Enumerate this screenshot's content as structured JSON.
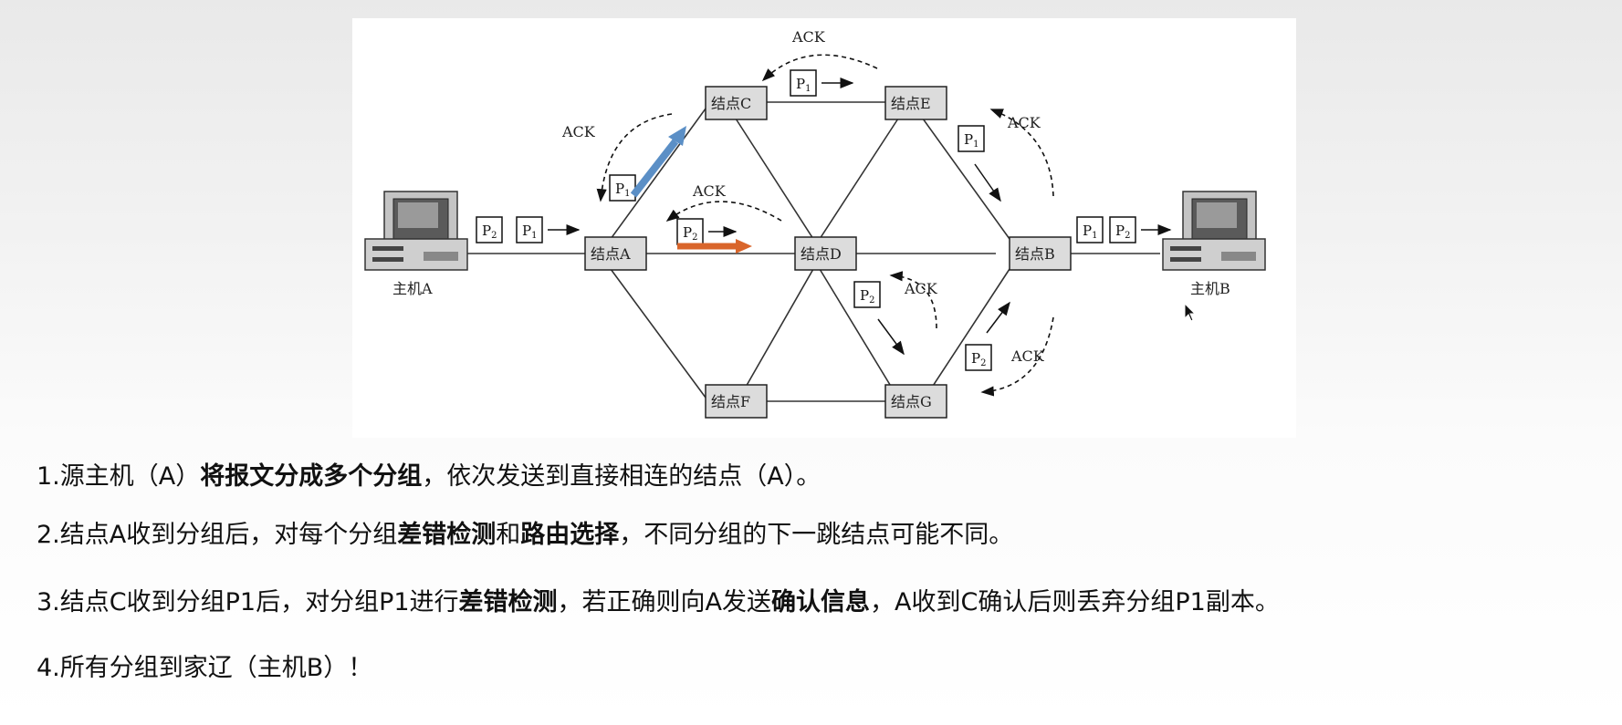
{
  "diagram": {
    "hosts": {
      "a": "主机A",
      "b": "主机B"
    },
    "nodes": {
      "a": "结点A",
      "b": "结点B",
      "c": "结点C",
      "d": "结点D",
      "e": "结点E",
      "f": "结点F",
      "g": "结点G"
    },
    "ack": "ACK",
    "packets": {
      "p1": "P",
      "p2": "P",
      "sub1": "1",
      "sub2": "2"
    },
    "colors": {
      "blue_arrow": "#5b8fc6",
      "orange_arrow": "#d9652a"
    }
  },
  "steps": [
    {
      "prefix": "1.源主机（A）",
      "bold1": "将报文分成多个分组",
      "mid1": "，依次发送到直接相连的结点（A）。",
      "bold2": "",
      "rest": ""
    },
    {
      "prefix": "2.结点A收到分组后，对每个分组",
      "bold1": "差错检测",
      "mid1": "和",
      "bold2": "路由选择",
      "rest": "，不同分组的下一跳结点可能不同。"
    },
    {
      "prefix": "3.结点C收到分组P1后，对分组P1进行",
      "bold1": "差错检测",
      "mid1": "，若正确则向A发送",
      "bold2": "确认信息",
      "rest": "，A收到C确认后则丢弃分组P1副本。"
    },
    {
      "prefix": "4.所有分组到家辽（主机B）！",
      "bold1": "",
      "mid1": "",
      "bold2": "",
      "rest": ""
    }
  ]
}
